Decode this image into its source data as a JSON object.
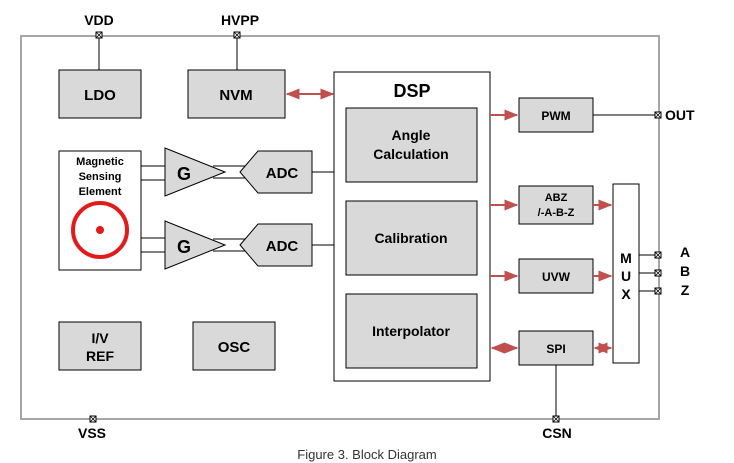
{
  "pins": {
    "vdd": "VDD",
    "hvpp": "HVPP",
    "out": "OUT",
    "vss": "VSS",
    "csn": "CSN",
    "a": "A",
    "b": "B",
    "z": "Z"
  },
  "blocks": {
    "ldo": "LDO",
    "nvm": "NVM",
    "dsp": "DSP",
    "angle_1": "Angle",
    "angle_2": "Calculation",
    "calibration": "Calibration",
    "interpolator": "Interpolator",
    "pwm": "PWM",
    "abz_1": "ABZ",
    "abz_2": "/-A-B-Z",
    "uvw": "UVW",
    "spi": "SPI",
    "mux_1": "M",
    "mux_2": "U",
    "mux_3": "X",
    "sensor_1": "Magnetic",
    "sensor_2": "Sensing",
    "sensor_3": "Element",
    "gain_1": "G",
    "gain_2": "G",
    "adc_1": "ADC",
    "adc_2": "ADC",
    "iv_ref_1": "I/V",
    "iv_ref_2": "REF",
    "osc": "OSC"
  },
  "caption": "Figure 3. Block Diagram",
  "colors": {
    "block_fill": "#d9d9d9",
    "arrow": "#c0504d",
    "outline": "#a6a6a6",
    "sensor_ring": "#e31b1b"
  }
}
